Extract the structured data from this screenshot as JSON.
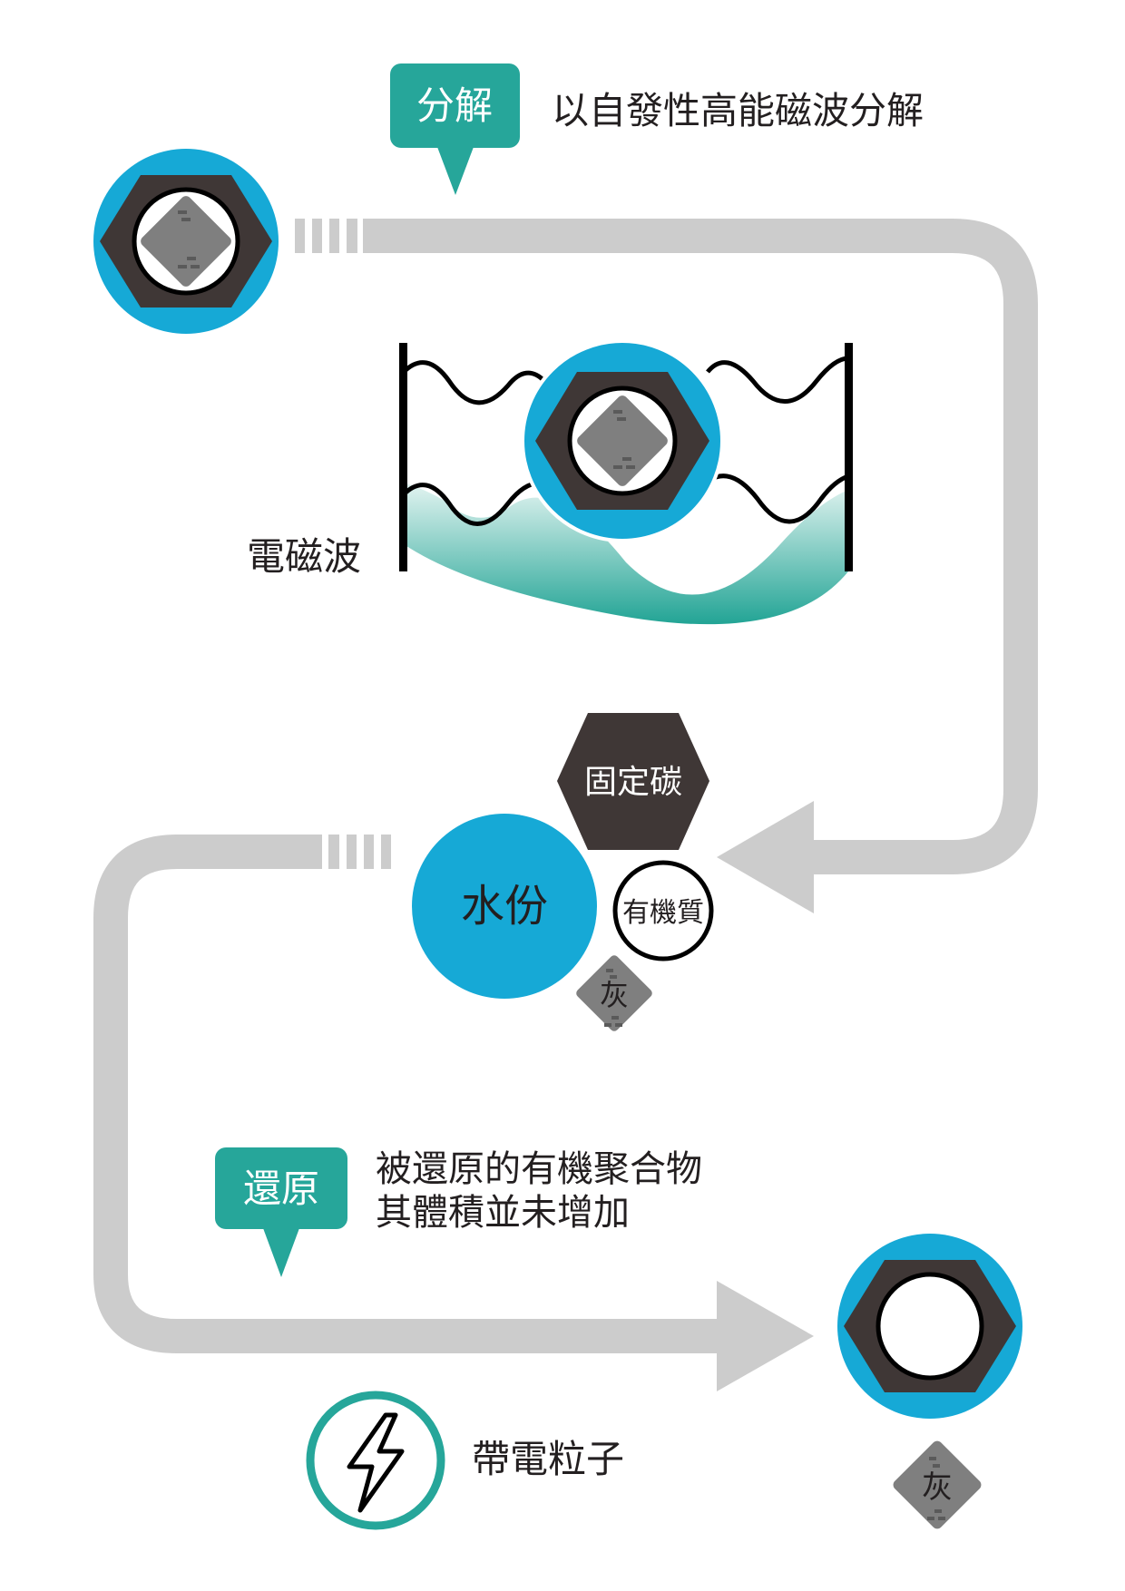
{
  "decompose": {
    "badge": "分解",
    "description": "以自發性高能磁波分解"
  },
  "em_wave": {
    "label": "電磁波"
  },
  "components": {
    "fixed_carbon": "固定碳",
    "moisture": "水份",
    "organic": "有機質",
    "ash": "灰"
  },
  "reduction": {
    "badge": "還原",
    "description_line1": "被還原的有機聚合物",
    "description_line2": "其體積並未增加"
  },
  "legend": {
    "charged_particle": "帶電粒子"
  },
  "output": {
    "ash": "灰"
  },
  "colors": {
    "teal": "#26A69A",
    "blue": "#16A9D6",
    "dark_brown": "#3F3736",
    "gray_diamond": "#7F7F7F",
    "arrow_gray": "#CCCCCC"
  }
}
